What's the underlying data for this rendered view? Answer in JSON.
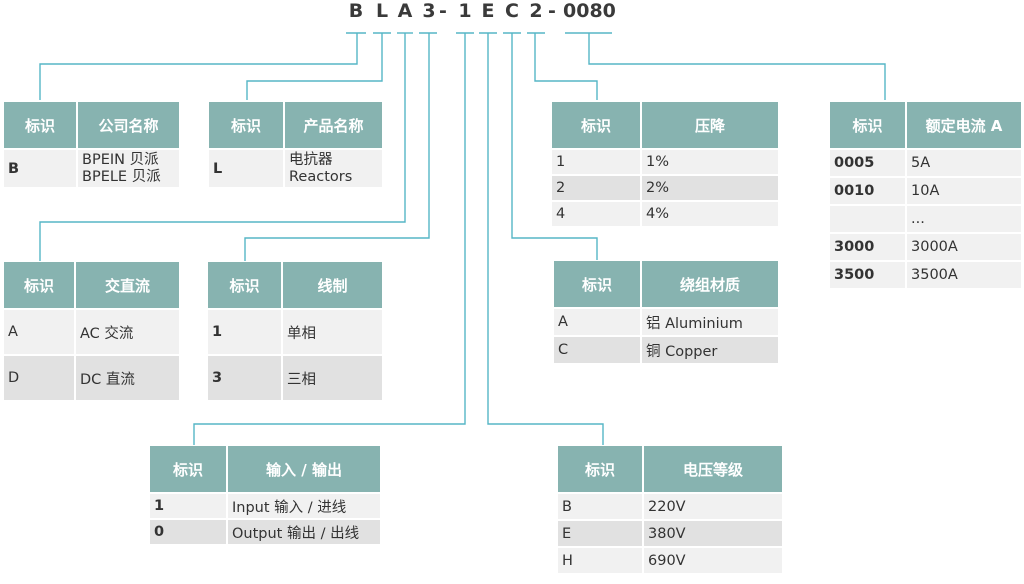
{
  "code": [
    "B",
    "L",
    "A",
    "3",
    "-",
    "1",
    "E",
    "C",
    "2",
    "-",
    "0080"
  ],
  "tables": {
    "company": {
      "headers": [
        "标识",
        "公司名称"
      ],
      "rows": [
        [
          "B",
          "BPEIN 贝派\nBPELE 贝派"
        ]
      ]
    },
    "product": {
      "headers": [
        "标识",
        "产品名称"
      ],
      "rows": [
        [
          "L",
          "电抗器\nReactors"
        ]
      ]
    },
    "voltage_drop": {
      "headers": [
        "标识",
        "压降"
      ],
      "rows": [
        [
          "1",
          "1%"
        ],
        [
          "2",
          "2%"
        ],
        [
          "4",
          "4%"
        ]
      ]
    },
    "rated_current": {
      "headers": [
        "标识",
        "额定电流 A"
      ],
      "rows": [
        [
          "0005",
          "5A"
        ],
        [
          "0010",
          "10A"
        ],
        [
          "",
          "..."
        ],
        [
          "3000",
          "3000A"
        ],
        [
          "3500",
          "3500A"
        ]
      ]
    },
    "acdc": {
      "headers": [
        "标识",
        "交直流"
      ],
      "rows": [
        [
          "A",
          "AC 交流"
        ],
        [
          "D",
          "DC 直流"
        ]
      ]
    },
    "phase": {
      "headers": [
        "标识",
        "线制"
      ],
      "rows": [
        [
          "1",
          "单相"
        ],
        [
          "3",
          "三相"
        ]
      ]
    },
    "winding": {
      "headers": [
        "标识",
        "绕组材质"
      ],
      "rows": [
        [
          "A",
          "铝 Aluminium"
        ],
        [
          "C",
          "铜 Copper"
        ]
      ]
    },
    "io": {
      "headers": [
        "标识",
        "输入 / 输出"
      ],
      "rows": [
        [
          "1",
          "Input 输入 / 进线"
        ],
        [
          "0",
          "Output 输出 / 出线"
        ]
      ]
    },
    "voltage_level": {
      "headers": [
        "标识",
        "电压等级"
      ],
      "rows": [
        [
          "B",
          "220V"
        ],
        [
          "E",
          "380V"
        ],
        [
          "H",
          "690V"
        ]
      ]
    }
  }
}
